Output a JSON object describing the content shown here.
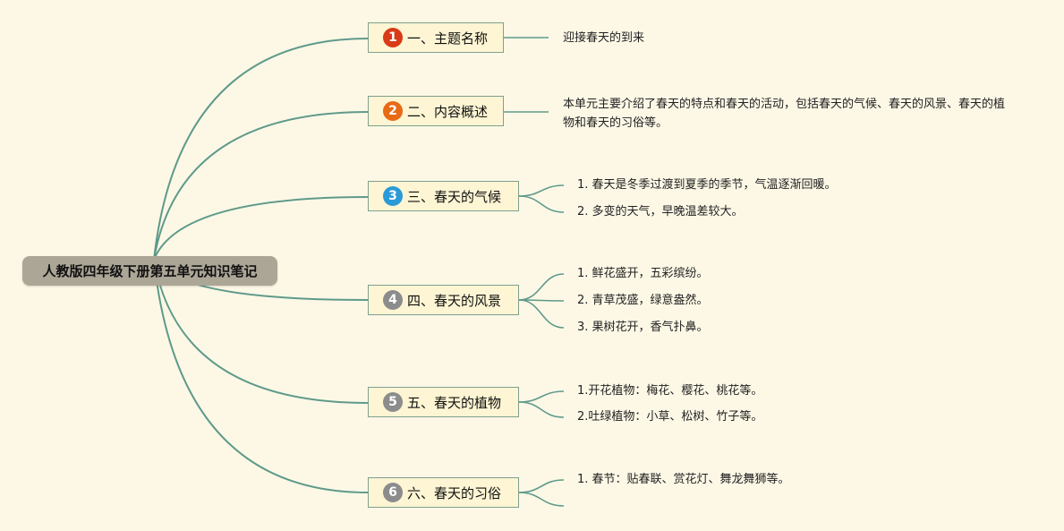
{
  "root": {
    "title": "人教版四年级下册第五单元知识笔记"
  },
  "branches": [
    {
      "num": "1",
      "title": "一、主题名称",
      "badge_color": "#d93a17",
      "details": [
        "迎接春天的到来"
      ]
    },
    {
      "num": "2",
      "title": "二、内容概述",
      "badge_color": "#e86a17",
      "details": [
        "本单元主要介绍了春天的特点和春天的活动，包括春天的气候、春天的风景、春天的植物和春天的习俗等。"
      ]
    },
    {
      "num": "3",
      "title": "三、春天的气候",
      "badge_color": "#2b9ad8",
      "details": [
        "1. 春天是冬季过渡到夏季的季节，气温逐渐回暖。",
        "2. 多变的天气，早晚温差较大。"
      ]
    },
    {
      "num": "4",
      "title": "四、春天的风景",
      "badge_color": "#8c8c8c",
      "details": [
        "1. 鲜花盛开，五彩缤纷。",
        "2. 青草茂盛，绿意盎然。",
        "3. 果树花开，香气扑鼻。"
      ]
    },
    {
      "num": "5",
      "title": "五、春天的植物",
      "badge_color": "#8c8c8c",
      "details": [
        "1.开花植物：梅花、樱花、桃花等。",
        "2.吐绿植物：小草、松树、竹子等。"
      ]
    },
    {
      "num": "6",
      "title": "六、春天的习俗",
      "badge_color": "#8c8c8c",
      "details": [
        "1. 春节：贴春联、赏花灯、舞龙舞狮等。",
        ""
      ]
    }
  ],
  "colors": {
    "line": "#5f9a8a",
    "root_bg": "#aca697",
    "node_bg": "#fdf5d3"
  }
}
